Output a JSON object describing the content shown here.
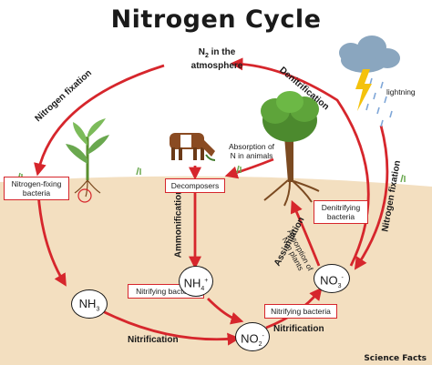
{
  "title": "Nitrogen Cycle",
  "atmosphere": {
    "n2": "N",
    "n2_sub": "2",
    "line1": " in the",
    "line2": "atmosphere"
  },
  "processes": {
    "nitrogen_fixation_left": "Nitrogen fixation",
    "denitrification": "Denitrification",
    "nitrogen_fixation_right": "Nitrogen fixation",
    "ammonification": "Ammonification",
    "assimilation": "Assimilation",
    "nitrification_left": "Nitrification",
    "nitrification_right": "Nitrification"
  },
  "boxes": {
    "nitrogen_fixing_bacteria": "Nitrogen-fixing bacteria",
    "decomposers": "Decomposers",
    "denitrifying_bacteria": "Denitrifying bacteria",
    "nitrifying_bacteria_left": "Nitrifying bacteria",
    "nitrifying_bacteria_right": "Nitrifying bacteria"
  },
  "labels": {
    "lightning": "lightning",
    "absorption_animals_1": "Absorption of",
    "absorption_animals_2": "N in animals",
    "absorption_plants_1": "Absorption of",
    "absorption_plants_2": "N in plants"
  },
  "compounds": {
    "nh3": {
      "base": "NH",
      "sub": "3"
    },
    "nh4": {
      "base": "NH",
      "sub": "4",
      "sup": "+"
    },
    "no2": {
      "base": "NO",
      "sub": "2",
      "sup": "-"
    },
    "no3": {
      "base": "NO",
      "sub": "3",
      "sup": "-"
    }
  },
  "logo": "Science Facts",
  "colors": {
    "arrow": "#d6262c",
    "soil": "#f3dfc0",
    "grass": "#6aa84f",
    "sky": "#ffffff"
  }
}
